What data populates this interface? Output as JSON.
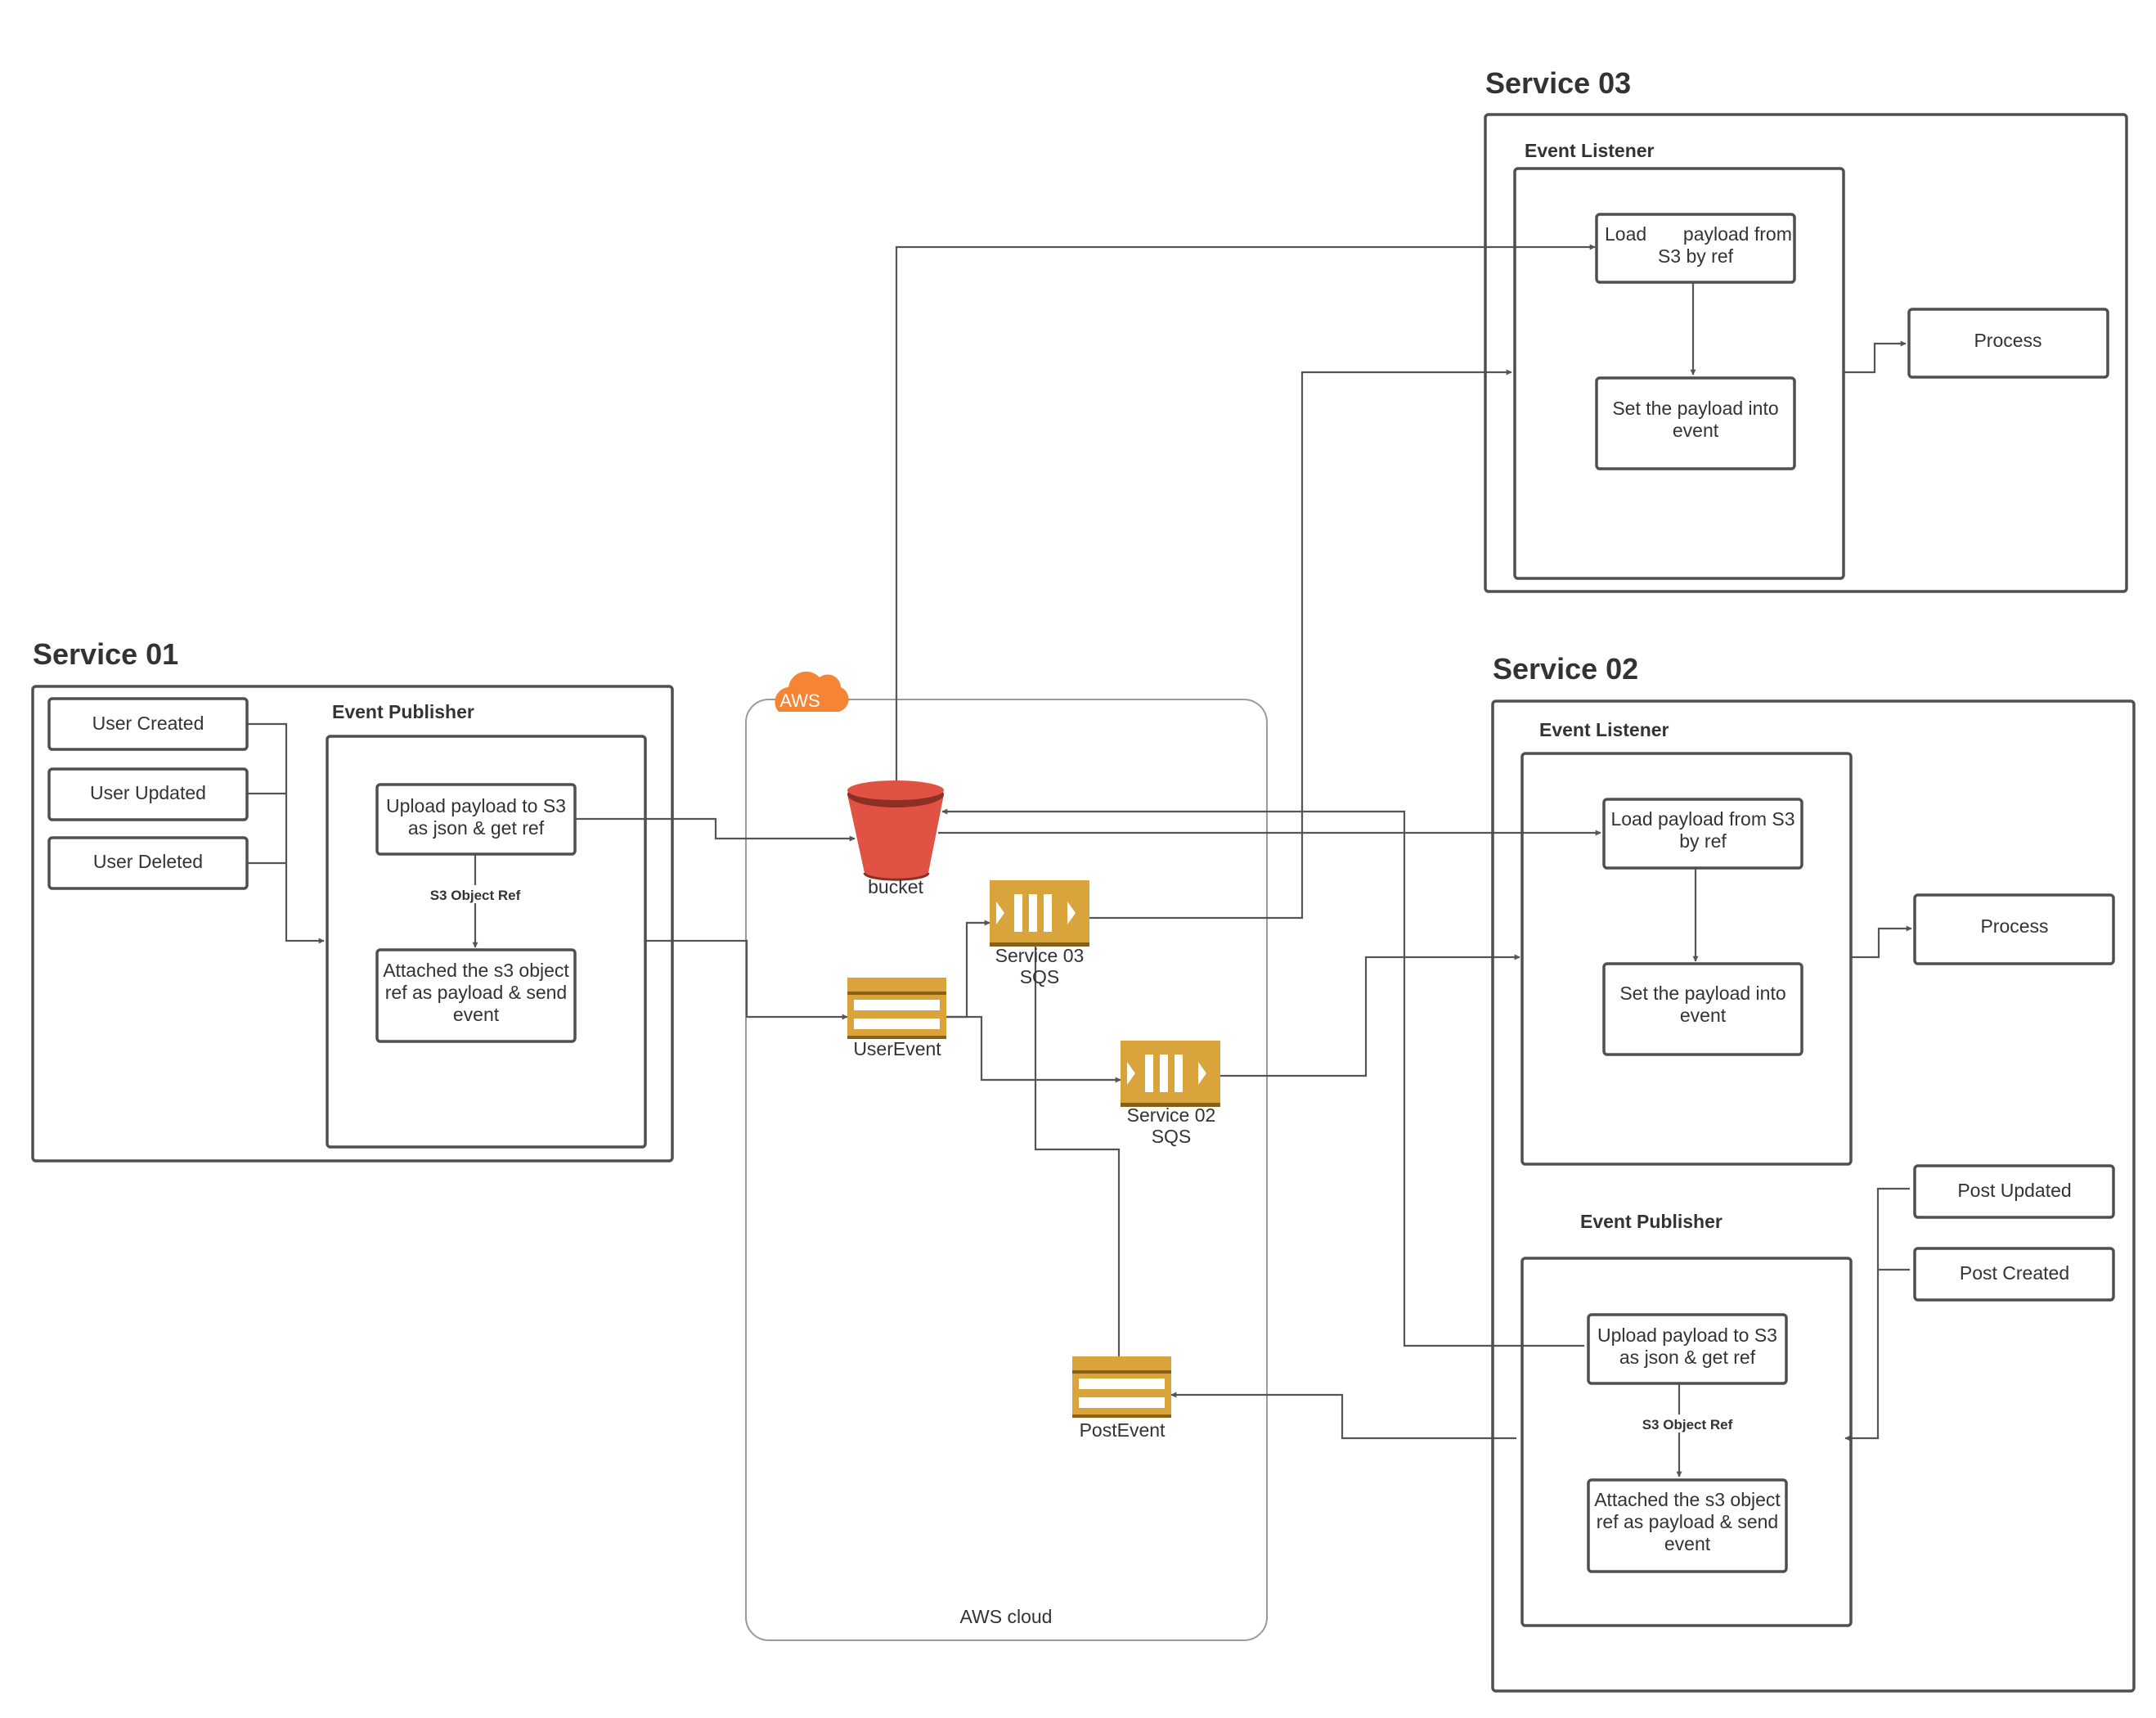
{
  "colors": {
    "line": "#4f4f4f",
    "sqs": "#d9a43b",
    "sqs_dark": "#8a5f16",
    "bucket": "#e05243",
    "bucket_dark": "#8c2f24",
    "aws_badge": "#f58534"
  },
  "service01": {
    "title": "Service 01",
    "publisher": {
      "title": "Event Publisher",
      "upload": [
        "Upload payload to S3",
        "as json & get ref"
      ],
      "edge_label": "S3 Object Ref",
      "attach": [
        "Attached the s3 object",
        "ref as payload & send",
        "event"
      ]
    },
    "events": [
      "User Created",
      "User Updated",
      "User Deleted"
    ]
  },
  "aws": {
    "badge": "AWS",
    "caption": "AWS cloud",
    "bucket": "bucket",
    "user_event": "UserEvent",
    "post_event": "PostEvent",
    "sqs03": [
      "Service 03",
      "SQS"
    ],
    "sqs02": [
      "Service 02",
      "SQS"
    ],
    "icons": [
      "aws-cloud-icon",
      "s3-bucket-icon",
      "sns-topic-icon",
      "sqs-queue-icon"
    ]
  },
  "service03": {
    "title": "Service 03",
    "listener": {
      "title": "Event Listener",
      "load": [
        "Load       payload from",
        "S3 by ref"
      ],
      "set": [
        "Set the payload into",
        "event"
      ]
    },
    "process": "Process"
  },
  "service02": {
    "title": "Service 02",
    "listener": {
      "title": "Event Listener",
      "load": [
        "Load payload from S3",
        "by ref"
      ],
      "set": [
        "Set the payload into",
        "event"
      ]
    },
    "process": "Process",
    "publisher": {
      "title": "Event Publisher",
      "upload": [
        "Upload payload to S3",
        "as json & get ref"
      ],
      "edge_label": "S3 Object Ref",
      "attach": [
        "Attached the s3 object",
        "ref as payload & send",
        "event"
      ]
    },
    "events": [
      "Post Updated",
      "Post Created"
    ]
  }
}
